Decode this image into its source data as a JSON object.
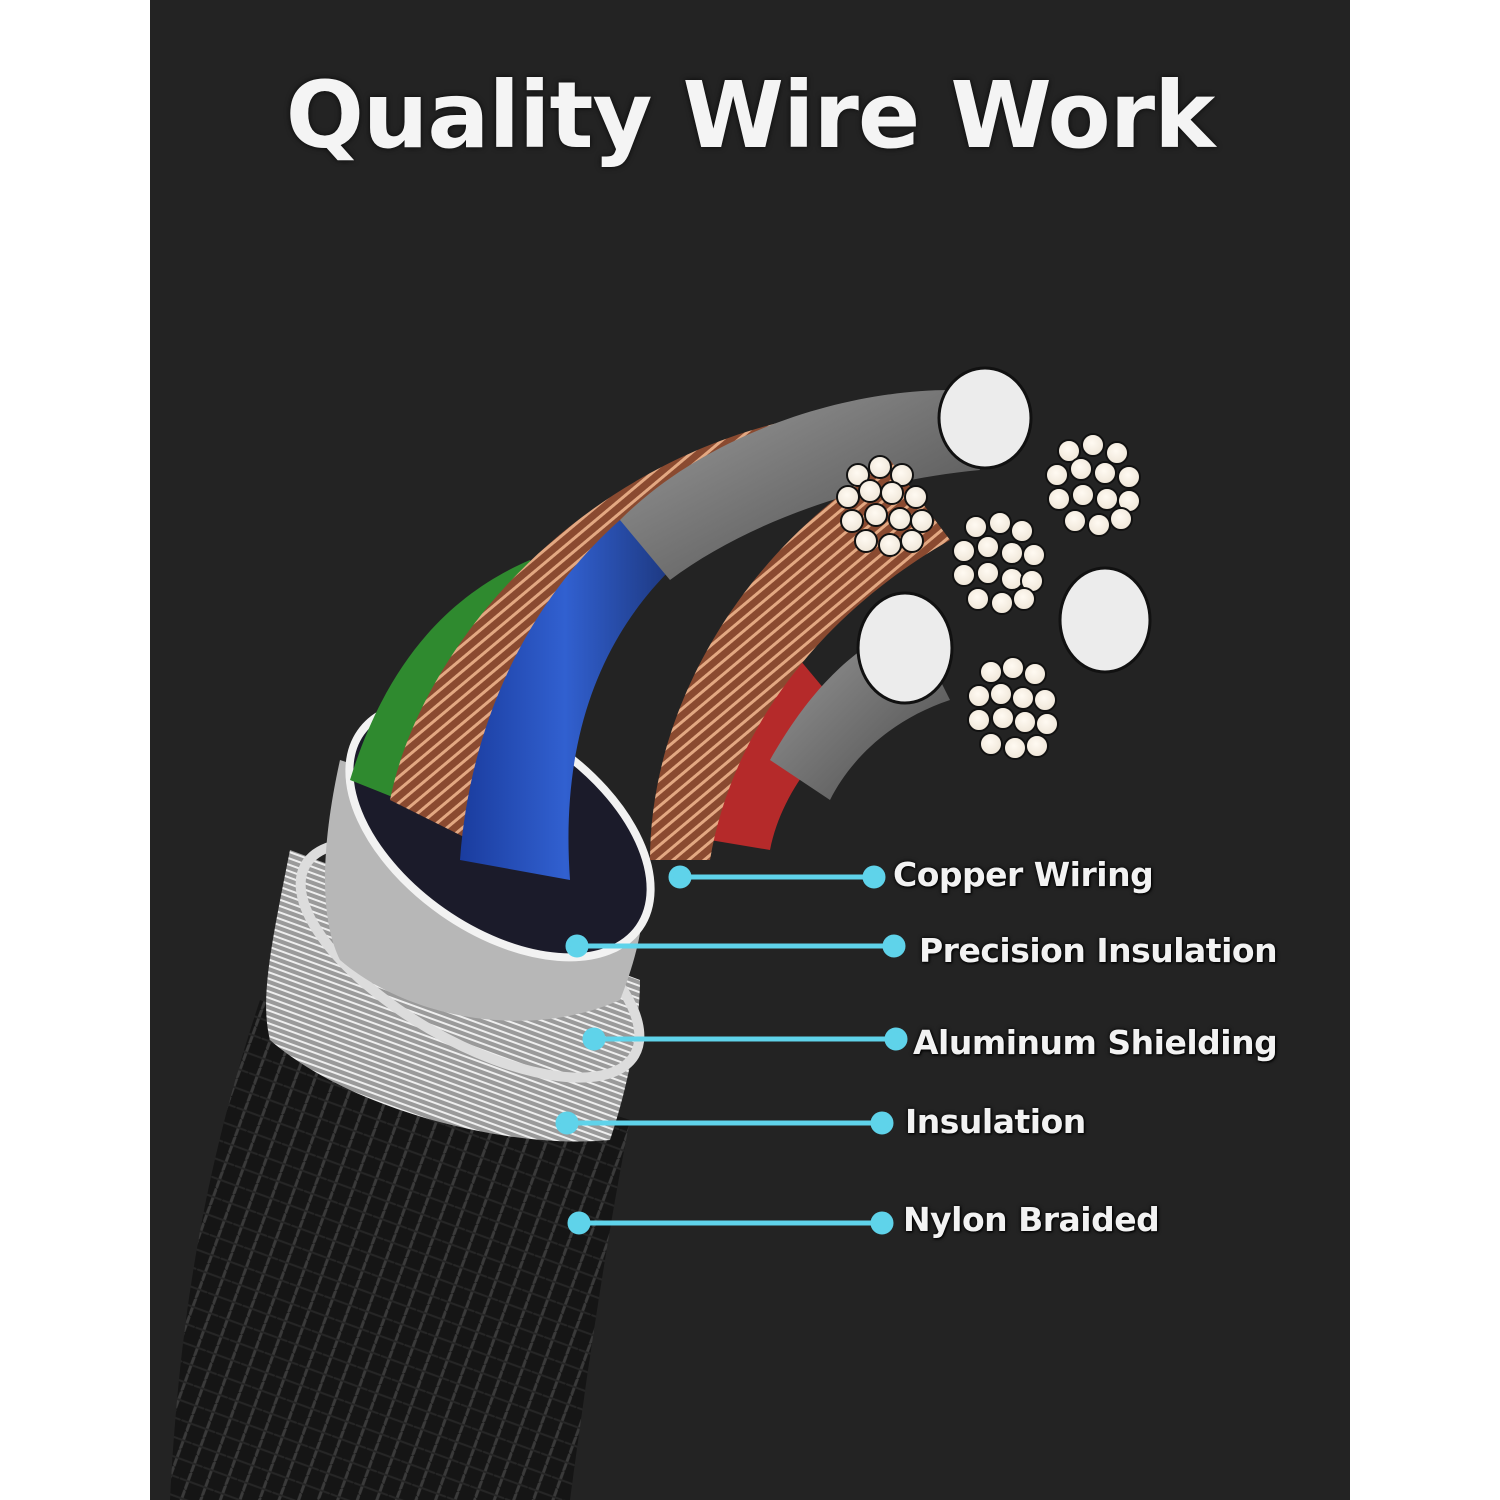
{
  "title": "Quality Wire Work",
  "colors": {
    "background": "#232323",
    "margin": "#ffffff",
    "accent_line": "#5fd3ea",
    "title_text": "#f4f4f4",
    "copper": "#c07a55",
    "insulation_blue": "#2a4fb0",
    "insulation_green": "#2f8a2f",
    "insulation_red": "#b52a2a",
    "conductor_white": "#f3eee6",
    "shield_silver": "#b9b9b9",
    "braid_black": "#141414"
  },
  "callouts": [
    {
      "label": "Copper Wiring",
      "part": "copper-wiring"
    },
    {
      "label": "Precision Insulation",
      "part": "precision-insulation"
    },
    {
      "label": "Aluminum Shielding",
      "part": "aluminum-shielding"
    },
    {
      "label": "Insulation",
      "part": "insulation"
    },
    {
      "label": "Nylon Braided",
      "part": "nylon-braided"
    }
  ]
}
